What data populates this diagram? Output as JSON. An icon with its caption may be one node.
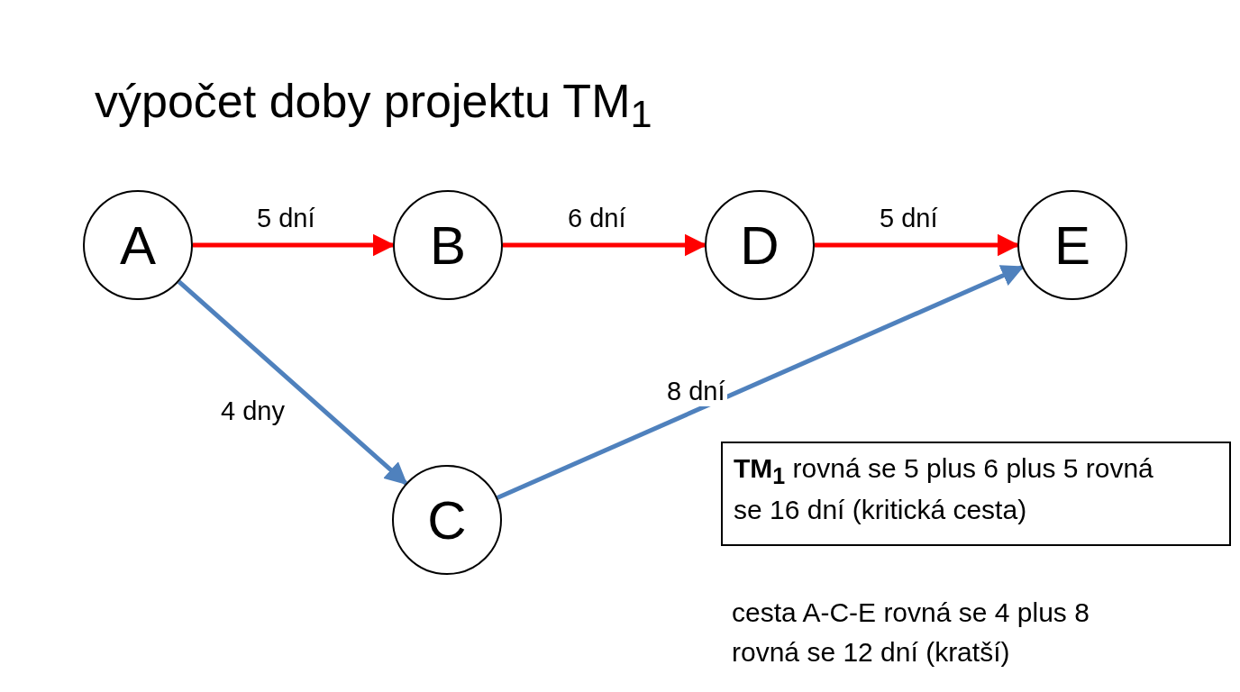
{
  "diagram": {
    "title": "výpočet doby projektu TM$_{1}$",
    "nodes": [
      {
        "text": [
          "A"
        ]
      },
      {
        "text": [
          "B"
        ]
      },
      {
        "text": [
          "D"
        ]
      },
      {
        "text": [
          "E"
        ]
      },
      {
        "text": [
          "C"
        ]
      },
      {
        "text": [
          "**TM$_{1}$** rovná se 5 plus 6 plus 5 rovná se 16 dní (kritická cesta)"
        ]
      }
    ],
    "edges": [
      {
        "from": 0,
        "to": 1,
        "arrow": "to",
        "label": "5 dní"
      },
      {
        "from": 1,
        "to": 2,
        "arrow": "to",
        "label": "6 dní"
      },
      {
        "from": 2,
        "to": 3,
        "arrow": "to",
        "label": "5 dní"
      },
      {
        "from": 0,
        "to": 4,
        "arrow": "to",
        "label": "4 dny",
        "color": "#4f81bd"
      },
      {
        "from": 4,
        "to": 3,
        "arrow": "to",
        "label": "8 dní",
        "color": "#4f81bd"
      }
    ],
    "labels": [
      "cesta A-C-E rovná se 4 plus 8 rovná se 12 dní (kratší)"
    ]
  }
}
